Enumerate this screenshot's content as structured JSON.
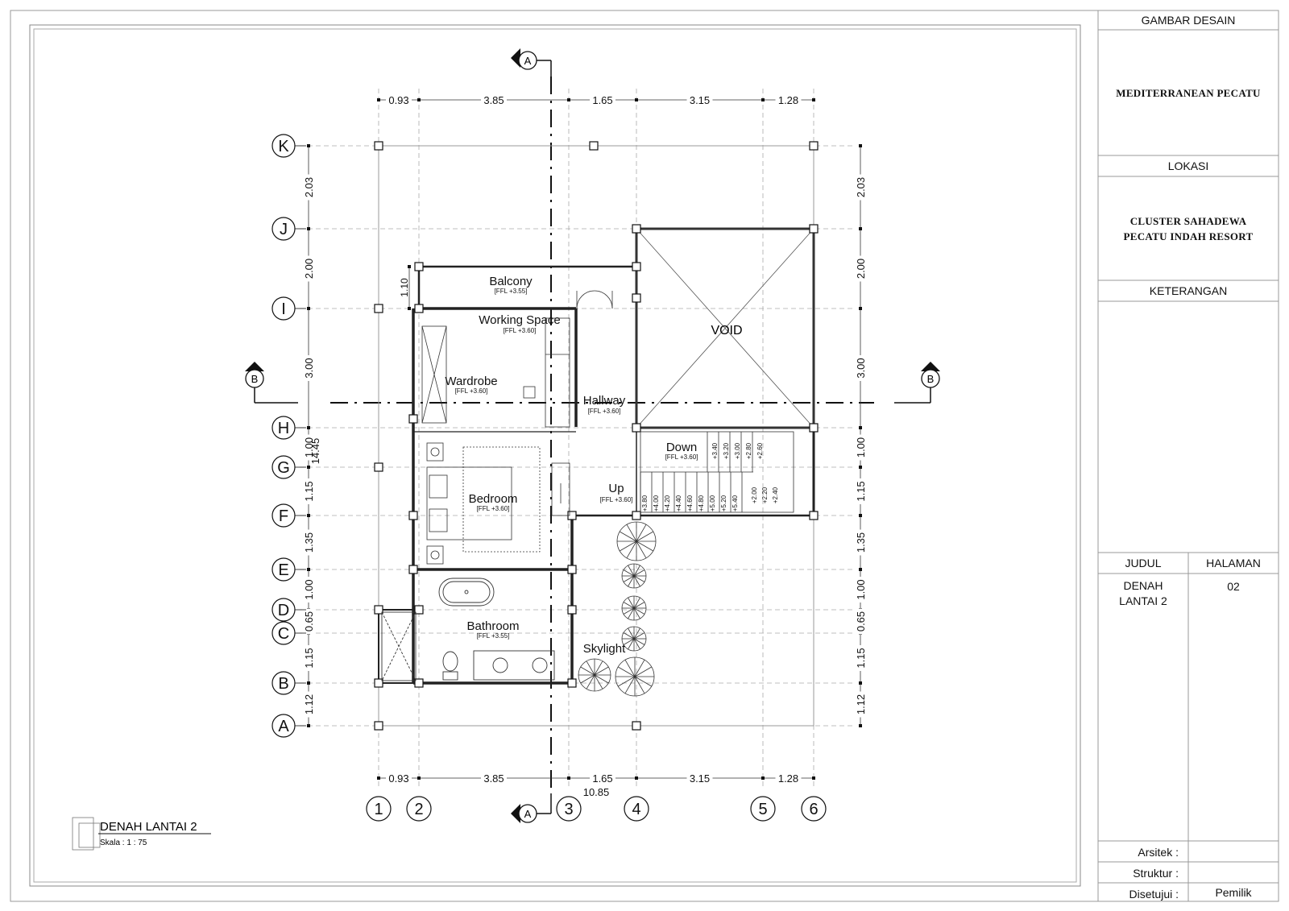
{
  "plan": {
    "room_labels": {
      "balcony": "Balcony",
      "balcony_ffl": "[FFL +3.55]",
      "working_space": "Working Space",
      "working_space_ffl": "[FFL +3.60]",
      "wardrobe": "Wardrobe",
      "wardrobe_ffl": "[FFL +3.60]",
      "hallway": "Hallway",
      "hallway_ffl": "[FFL +3.60]",
      "void": "VOID",
      "down": "Down",
      "down_ffl": "[FFL +3.60]",
      "up": "Up",
      "up_ffl": "[FFL +3.60]",
      "bedroom": "Bedroom",
      "bedroom_ffl": "[FFL +3.60]",
      "bathroom": "Bathroom",
      "bathroom_ffl": "[FFL +3.55]",
      "skylight": "Skylight"
    },
    "grid_rows": [
      "K",
      "J",
      "I",
      "H",
      "G",
      "F",
      "E",
      "D",
      "C",
      "B",
      "A"
    ],
    "grid_cols": [
      "1",
      "2",
      "3",
      "4",
      "5",
      "6"
    ],
    "dims_horizontal": [
      "0.93",
      "3.85",
      "1.65",
      "3.15",
      "1.28"
    ],
    "dim_total_horizontal": "10.85",
    "dims_vertical": [
      "2.03",
      "2.00",
      "3.00",
      "1.00",
      "1.15",
      "1.35",
      "1.00",
      "0.65",
      "1.15",
      "1.12"
    ],
    "dim_total_vertical": "14.45",
    "dim_balcony": "1.10",
    "section_a": "A",
    "section_b": "B",
    "stair_down_levels": [
      "+3.40",
      "+3.20",
      "+3.00",
      "+2.80",
      "+2.60"
    ],
    "stair_turn_levels": [
      "+2.40",
      "+2.20",
      "+2.00"
    ],
    "stair_up_levels": [
      "+3.80",
      "+4.00",
      "+4.20",
      "+4.40",
      "+4.60",
      "+4.80",
      "+5.00",
      "+5.20",
      "+5.40"
    ],
    "drawing_title": "DENAH LANTAI 2",
    "drawing_scale": "Skala : 1 : 75"
  },
  "titleblock": {
    "gambar_desain": "GAMBAR DESAIN",
    "project_name": "MEDITERRANEAN PECATU",
    "lokasi": "LOKASI",
    "location_line1": "CLUSTER SAHADEWA",
    "location_line2": "PECATU INDAH RESORT",
    "keterangan": "KETERANGAN",
    "judul": "JUDUL",
    "halaman": "HALAMAN",
    "judul_line1": "DENAH",
    "judul_line2": "LANTAI 2",
    "page_number": "02",
    "arsitek": "Arsitek :",
    "struktur": "Struktur :",
    "disetujui": "Disetujui :",
    "pemilik": "Pemilik"
  }
}
